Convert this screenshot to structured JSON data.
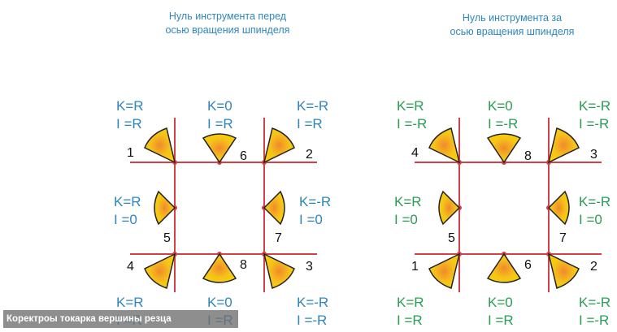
{
  "left": {
    "title": "Нуль инструмента перед\nосью вращения шпинделя",
    "labels": {
      "tl": "K=R\nI =R",
      "tm": "K=0\nI =R",
      "tr": "K=-R\nI =R",
      "ml": "K=R\nI =0",
      "mr": "K=-R\nI =0",
      "bl": "K=R\nI =R",
      "bm": "K=0\nI =R",
      "br": "K=-R\nI =-R"
    },
    "numbers": {
      "tl": "1",
      "tm": "6",
      "tr": "2",
      "ml": "5",
      "mr": "7",
      "bl": "4",
      "bm": "8",
      "br": "3"
    }
  },
  "right": {
    "title": "Нуль инструмента за\nосью вращения шпинделя",
    "labels": {
      "tl": "K=R\nI =-R",
      "tm": "K=0\nI =-R",
      "tr": "K=-R\nI =-R",
      "ml": "K=R\nI =0",
      "mr": "K=-R\nI =0",
      "bl": "K=R\nI =R",
      "bm": "K=0\nI =R",
      "br": "K=-R\nI =-R"
    },
    "numbers": {
      "tl": "4",
      "tm": "8",
      "tr": "3",
      "ml": "5",
      "mr": "7",
      "bl": "1",
      "bm": "6",
      "br": "2"
    }
  },
  "caption": "Коректроы токарка вершины резца",
  "colors": {
    "title": "#2e86bd",
    "left_labels": "#2e86bd",
    "right_labels": "#2a9d55",
    "lines": "#d2414a",
    "insert": "#f5c400"
  }
}
